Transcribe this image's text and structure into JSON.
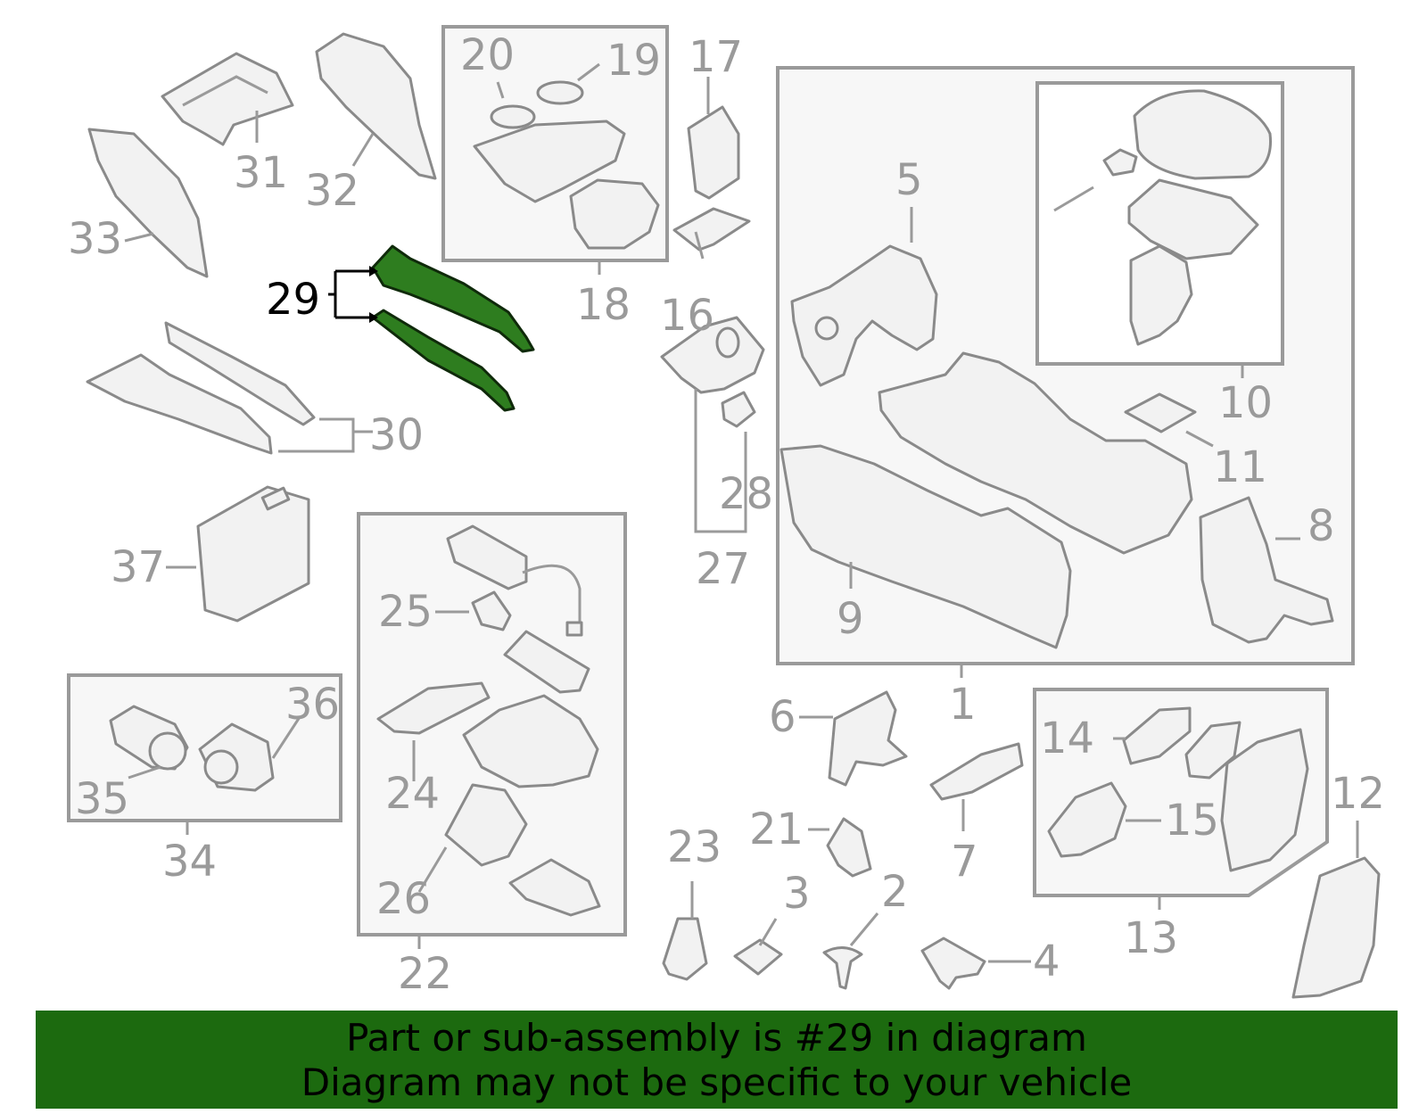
{
  "labels": {
    "l1": "1",
    "l2": "2",
    "l3": "3",
    "l4": "4",
    "l5": "5",
    "l6": "6",
    "l7": "7",
    "l8": "8",
    "l9": "9",
    "l10": "10",
    "l11": "11",
    "l12": "12",
    "l13": "13",
    "l14": "14",
    "l15": "15",
    "l16": "16",
    "l17": "17",
    "l18": "18",
    "l19": "19",
    "l20": "20",
    "l21": "21",
    "l22": "22",
    "l23": "23",
    "l24": "24",
    "l25": "25",
    "l26": "26",
    "l27": "27",
    "l28": "28",
    "l29": "29",
    "l30": "30",
    "l31": "31",
    "l32": "32",
    "l33": "33",
    "l34": "34",
    "l35": "35",
    "l36": "36",
    "l37": "37"
  },
  "banner": {
    "line1": "Part or sub-assembly is #29 in diagram",
    "line2": "Diagram may not be specific to your vehicle"
  },
  "colors": {
    "highlight_part": "#2e7d1f",
    "banner_background": "#1c6a0f",
    "outline_gray": "#9a9a9a"
  }
}
